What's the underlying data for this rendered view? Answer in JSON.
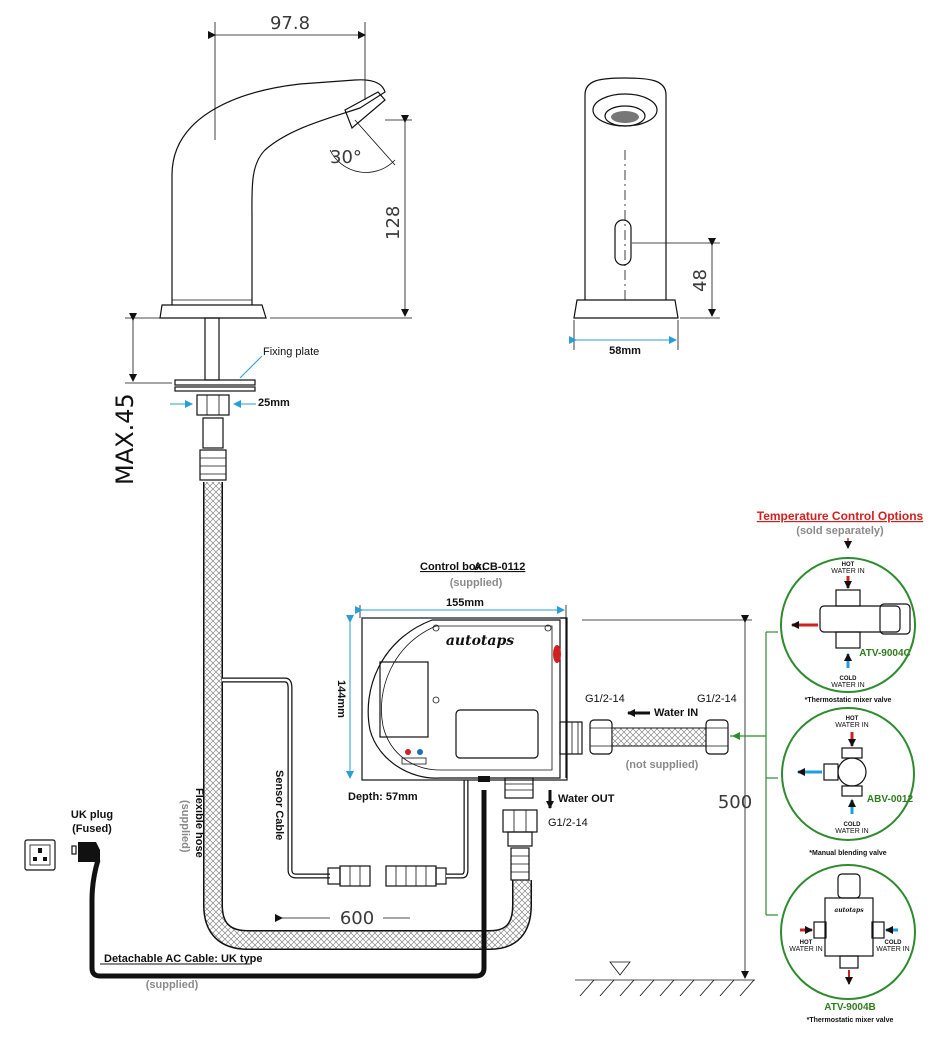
{
  "tap": {
    "width_dim": "97.8",
    "angle_dim": "30°",
    "height_dim": "128",
    "sensor_height_dim": "48",
    "base_width_dim": "58mm",
    "fixing_plate_label": "Fixing plate",
    "thread_dim": "25mm",
    "max_thickness_dim": "MAX.45"
  },
  "hoses": {
    "flexible_hose_label": "Flexible hose",
    "flexible_hose_note": "(supplied)",
    "sensor_cable_label": "Sensor Cable",
    "length_dim": "600",
    "height_dim": "500"
  },
  "control_box": {
    "title_prefix": "Control box:",
    "title_model": "ACB-0112",
    "title_note": "(supplied)",
    "width_dim": "155mm",
    "height_dim": "144mm",
    "depth_dim": "Depth: 57mm",
    "brand": "autotaps"
  },
  "plumbing": {
    "inlet_thread_left": "G1/2-14",
    "inlet_thread_right": "G1/2-14",
    "water_in_label": "Water IN",
    "water_in_note": "(not supplied)",
    "water_out_label": "Water OUT",
    "outlet_thread": "G1/2-14"
  },
  "power": {
    "plug_label_line1": "UK plug",
    "plug_label_line2": "(Fused)",
    "cable_label": "Detachable AC Cable: UK type",
    "cable_note": "(supplied)"
  },
  "temperature_options": {
    "title": "Temperature Control Options",
    "subtitle": "(sold separately)",
    "options": [
      {
        "model": "ATV-9004C",
        "hot_label": "HOT",
        "hot_sub": "WATER IN",
        "cold_label": "COLD",
        "cold_sub": "WATER IN",
        "caption": "*Thermostatic mixer valve"
      },
      {
        "model": "ABV-0012",
        "hot_label": "HOT",
        "hot_sub": "WATER IN",
        "cold_label": "COLD",
        "cold_sub": "WATER IN",
        "caption": "*Manual blending valve"
      },
      {
        "model": "ATV-9004B",
        "hot_label": "HOT",
        "hot_sub": "WATER IN",
        "cold_label": "COLD",
        "cold_sub": "WATER IN",
        "caption": "*Thermostatic mixer valve",
        "brand": "autotaps"
      }
    ]
  },
  "colors": {
    "dimension": "#2a9fd6",
    "connector": "#2e8b2e",
    "hot": "#d21f1f",
    "cold": "#1aa0e0",
    "title": "#d21f1f"
  }
}
